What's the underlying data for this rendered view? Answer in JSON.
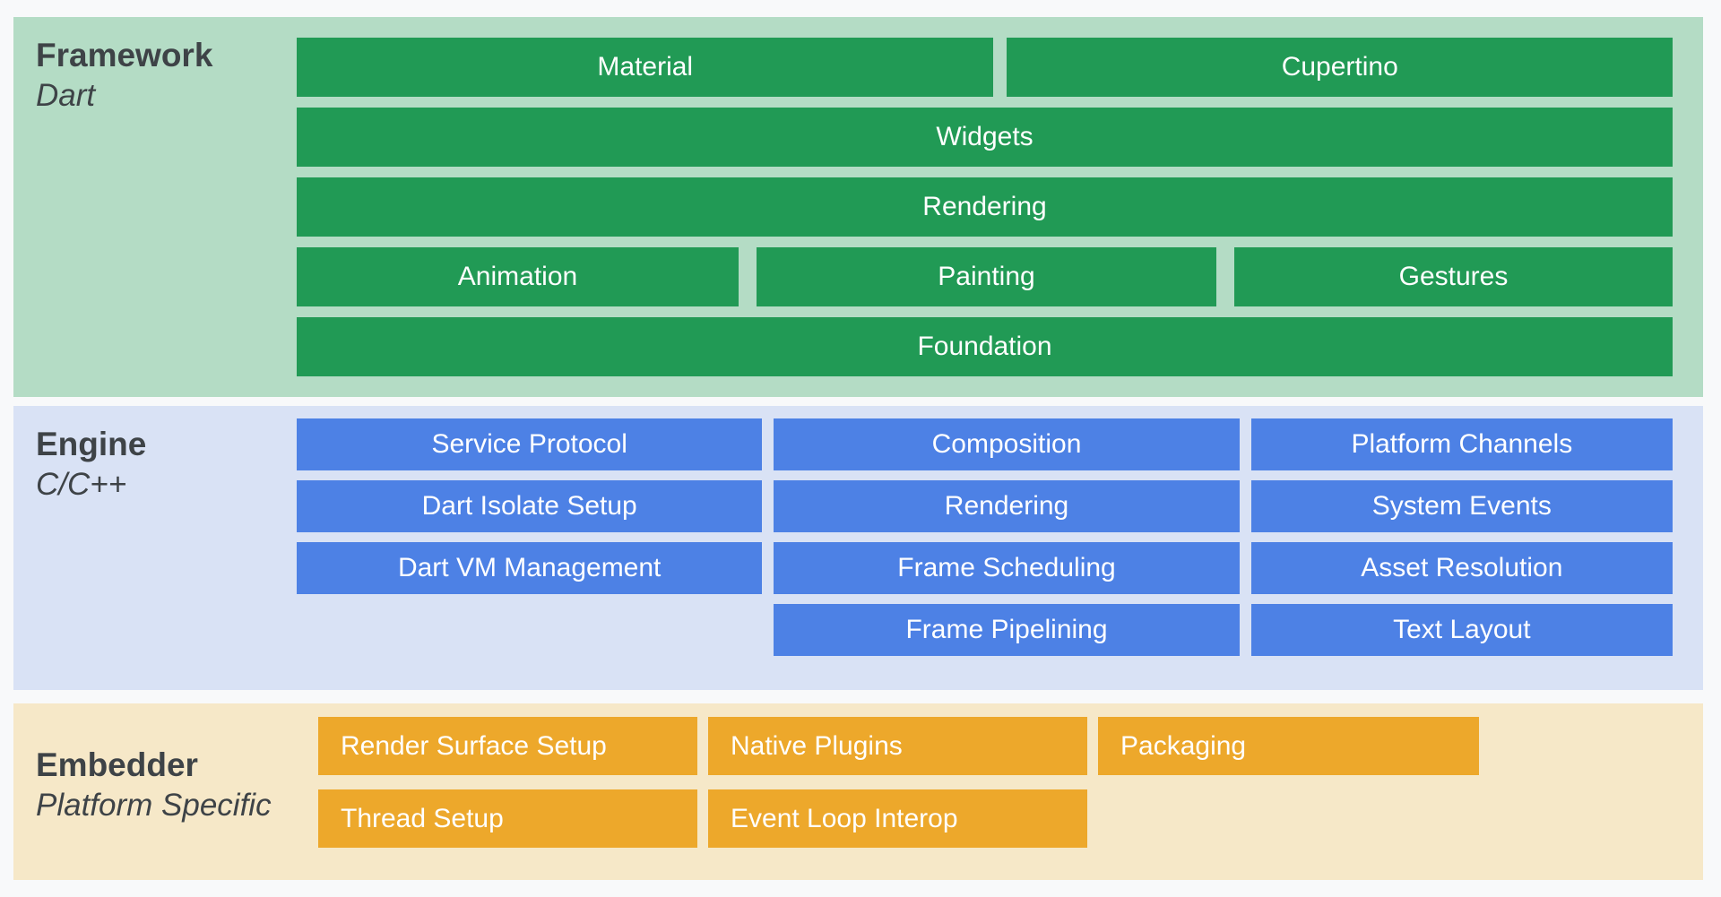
{
  "page": {
    "background": "#f8f9fa",
    "label_text_color": "#3e4347",
    "bar_text_color": "#ffffff"
  },
  "layers": [
    {
      "id": "framework",
      "title": "Framework",
      "subtitle": "Dart",
      "bg": "#b4dcc5",
      "bar_color": "#219a55",
      "rows": [
        [
          "Material",
          "Cupertino"
        ],
        [
          "Widgets"
        ],
        [
          "Rendering"
        ],
        [
          "Animation",
          "Painting",
          "Gestures"
        ],
        [
          "Foundation"
        ]
      ]
    },
    {
      "id": "engine",
      "title": "Engine",
      "subtitle": "C/C++",
      "bg": "#d9e2f5",
      "bar_color": "#4d81e5",
      "columns": [
        [
          "Service Protocol",
          "Dart Isolate Setup",
          "Dart VM Management"
        ],
        [
          "Composition",
          "Rendering",
          "Frame Scheduling",
          "Frame Pipelining"
        ],
        [
          "Platform Channels",
          "System Events",
          "Asset Resolution",
          "Text Layout"
        ]
      ]
    },
    {
      "id": "embedder",
      "title": "Embedder",
      "subtitle": "Platform Specific",
      "bg": "#f6e8c8",
      "bar_color": "#eda82b",
      "rows": [
        [
          "Render Surface Setup",
          "Native Plugins",
          "Packaging"
        ],
        [
          "Thread Setup",
          "Event Loop Interop"
        ]
      ]
    }
  ]
}
